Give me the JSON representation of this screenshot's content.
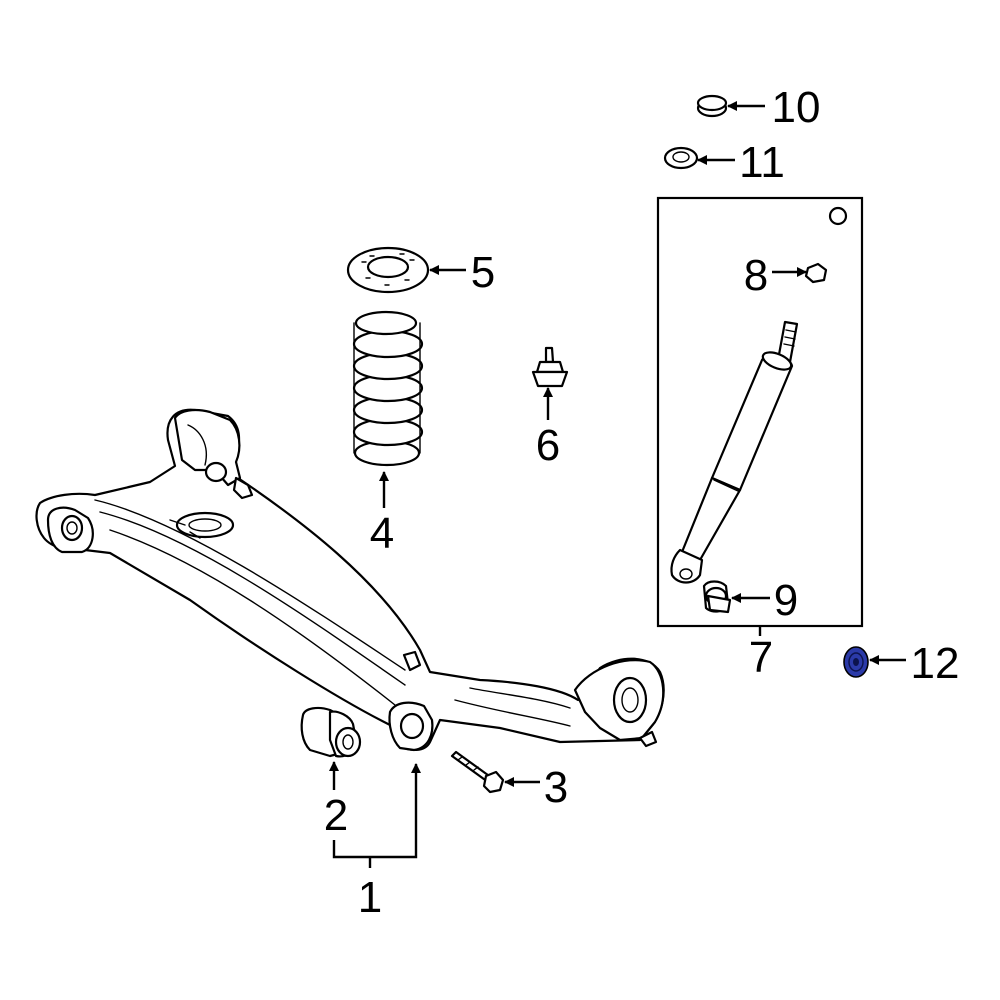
{
  "callouts": {
    "c1": "1",
    "c2": "2",
    "c3": "3",
    "c4": "4",
    "c5": "5",
    "c6": "6",
    "c7": "7",
    "c8": "8",
    "c9": "9",
    "c10": "10",
    "c11": "11",
    "c12": "12"
  },
  "colors": {
    "line": "#000000",
    "highlight": "#2b3aa8",
    "background": "#ffffff"
  },
  "icons": {
    "axle": "axle-beam-icon",
    "bushing": "bushing-icon",
    "bolt": "bolt-icon",
    "spring": "coil-spring-icon",
    "insulator": "spring-insulator-icon",
    "bumper": "bump-stop-icon",
    "shock": "shock-absorber-icon",
    "nut": "nut-icon",
    "washer": "washer-icon",
    "retainer": "retainer-icon",
    "cushion": "cushion-icon",
    "highlighted_part": "highlighted-bushing-icon"
  }
}
